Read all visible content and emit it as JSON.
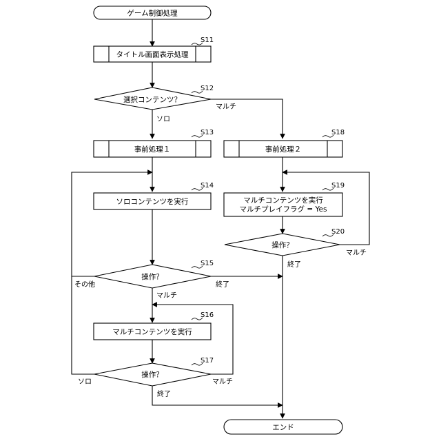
{
  "nodes": {
    "start": "ゲーム制御処理",
    "title_screen": "タイトル画面表示処理",
    "select_content": "選択コンテンツ？",
    "pre_process_1": "事前処理１",
    "pre_process_2": "事前処理２",
    "solo_content": "ソロコンテンツを実行",
    "multi_content_flag_line1": "マルチコンテンツを実行",
    "multi_content_flag_line2": "マルチプレイフラグ = Yes",
    "operation_s20": "操作？",
    "operation_s15": "操作？",
    "multi_content": "マルチコンテンツを実行",
    "operation_s17": "操作？",
    "end": "エンド"
  },
  "steps": {
    "s11": "S11",
    "s12": "S12",
    "s13": "S13",
    "s14": "S14",
    "s15": "S15",
    "s16": "S16",
    "s17": "S17",
    "s18": "S18",
    "s19": "S19",
    "s20": "S20"
  },
  "edge_labels": {
    "s12_multi": "マルチ",
    "s12_solo": "ソロ",
    "s20_multi": "マルチ",
    "s20_end": "終了",
    "s15_other": "その他",
    "s15_end": "終了",
    "s15_multi": "マルチ",
    "s17_solo": "ソロ",
    "s17_multi": "マルチ",
    "s17_end": "終了"
  }
}
